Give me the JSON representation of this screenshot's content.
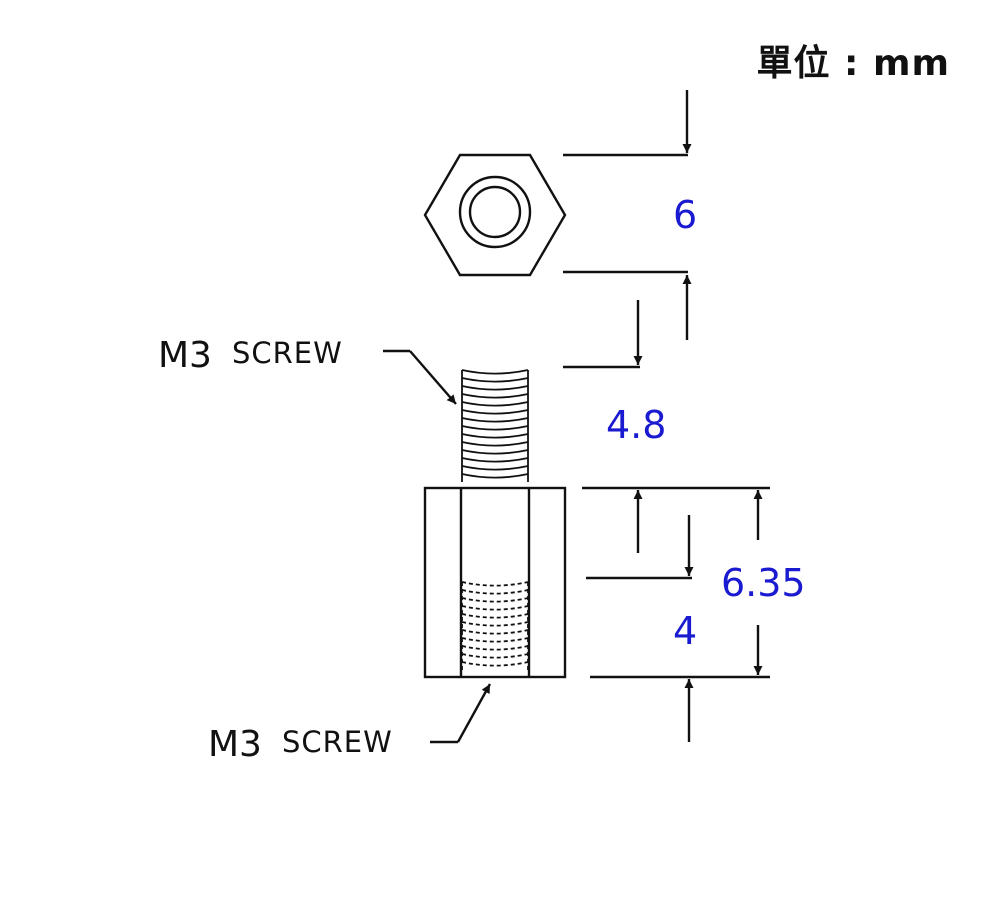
{
  "unit_label": "單位 : mm",
  "labels": {
    "screw_top_prefix": "M3",
    "screw_top_suffix": "SCREW",
    "screw_bottom_prefix": "M3",
    "screw_bottom_suffix": "SCREW"
  },
  "dimensions": {
    "hex_width": "6",
    "thread_length": "4.8",
    "body_length": "6.35",
    "internal_thread_depth": "4"
  },
  "colors": {
    "dimension_text": "#1a1ad0",
    "line": "#111111",
    "background": "#ffffff"
  }
}
